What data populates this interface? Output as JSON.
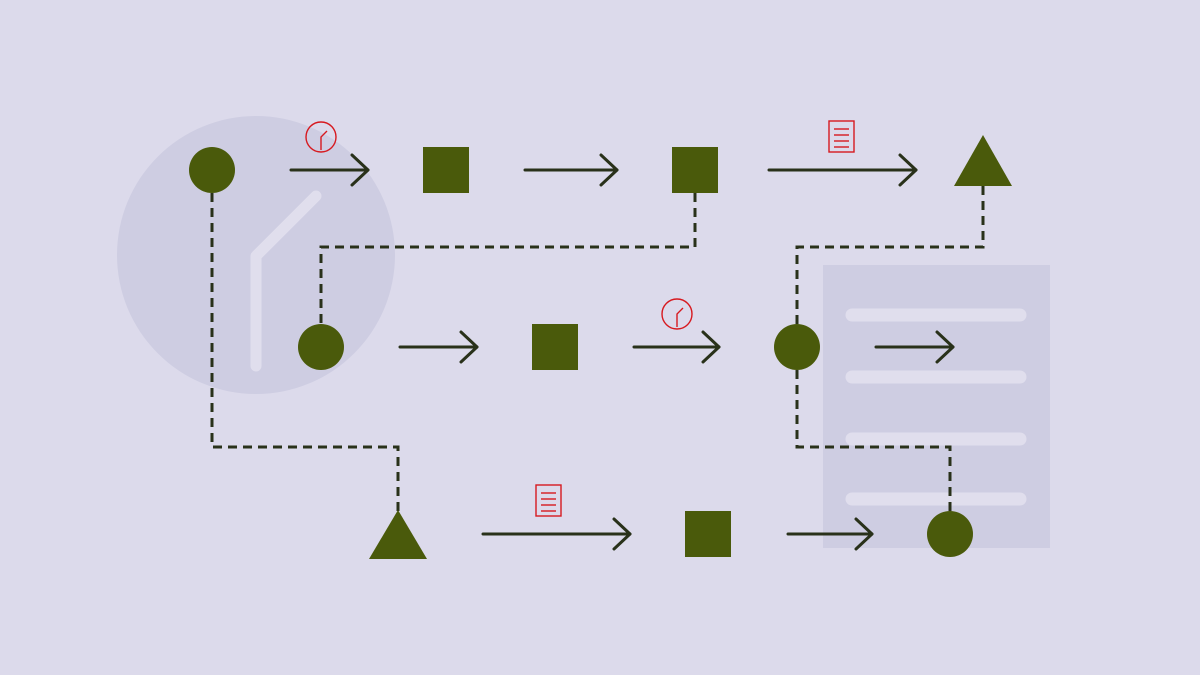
{
  "theme": {
    "background": "#DCDAEB",
    "node_fill": "#4A5A0B",
    "connector": "#29311A",
    "accent": "#D7191F",
    "watermark_fill": "#CECDE2",
    "watermark_line": "#E0DEED"
  },
  "diagram": {
    "node_kinds": [
      "circle",
      "square",
      "triangle"
    ],
    "badge_icons": [
      "clock-icon",
      "document-icon"
    ],
    "watermark_icons": [
      "clock-icon",
      "document-icon"
    ],
    "rows": [
      {
        "nodes": [
          "circle",
          "square",
          "square",
          "triangle"
        ],
        "badges": [
          "clock-icon",
          "none",
          "document-icon"
        ]
      },
      {
        "nodes": [
          "circle",
          "square",
          "circle",
          "none"
        ],
        "badges": [
          "none",
          "clock-icon",
          "none"
        ]
      },
      {
        "nodes": [
          "triangle",
          "square",
          "circle"
        ],
        "badges": [
          "document-icon",
          "none"
        ]
      }
    ]
  }
}
